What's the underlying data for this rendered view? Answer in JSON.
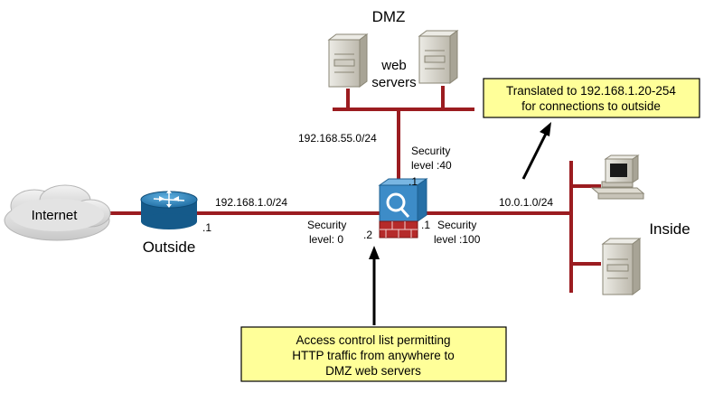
{
  "zones": {
    "dmz": "DMZ",
    "outside": "Outside",
    "inside": "Inside"
  },
  "nodes": {
    "internet": "Internet",
    "web_servers": [
      "web",
      "servers"
    ]
  },
  "networks": {
    "dmz": "192.168.55.0/24",
    "outside": "192.168.1.0/24",
    "inside": "10.0.1.0/24"
  },
  "hosts": {
    "router_outside": ".1",
    "firewall_dmz": ".1",
    "firewall_outside": ".2",
    "firewall_inside": ".1"
  },
  "security": {
    "dmz": [
      "Security",
      "level :40"
    ],
    "outside": [
      "Security",
      "level: 0"
    ],
    "inside": [
      "Security",
      "level :100"
    ]
  },
  "callouts": {
    "nat": [
      "Translated to 192.168.1.20-254",
      "for connections to outside"
    ],
    "acl": [
      "Access control list permitting",
      "HTTP traffic from anywhere to",
      "DMZ web servers"
    ]
  },
  "colors": {
    "link": "#9b1c20",
    "callout_fill": "#ffff99",
    "router": "#2a7fb5",
    "firewall": "#3d8cc8",
    "brick": "#b52a2a",
    "server": "#d6d3c9",
    "cloud": "#dcdcdc"
  },
  "icons": [
    "cloud-icon",
    "router-icon",
    "firewall-icon",
    "server-icon",
    "workstation-icon"
  ]
}
